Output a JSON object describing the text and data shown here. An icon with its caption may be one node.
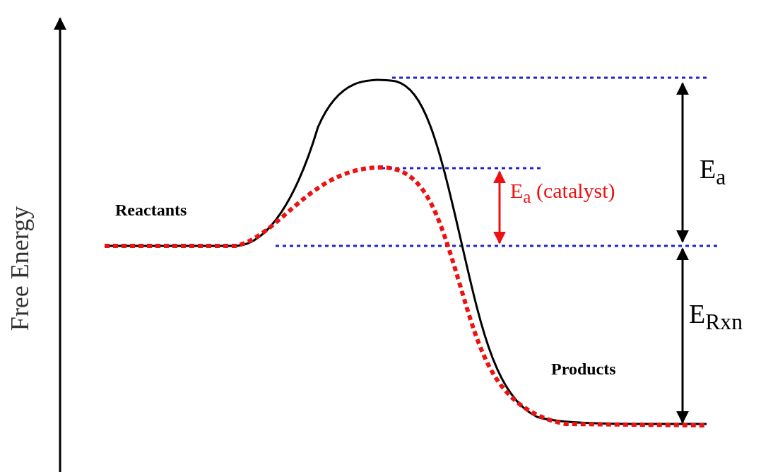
{
  "diagram": {
    "labels": [
      "Free Energy",
      "Reactants",
      "E$_{a}$",
      "E$_{a}$ (catalyst)",
      "E$_{Rxn}$",
      "Products"
    ]
  }
}
